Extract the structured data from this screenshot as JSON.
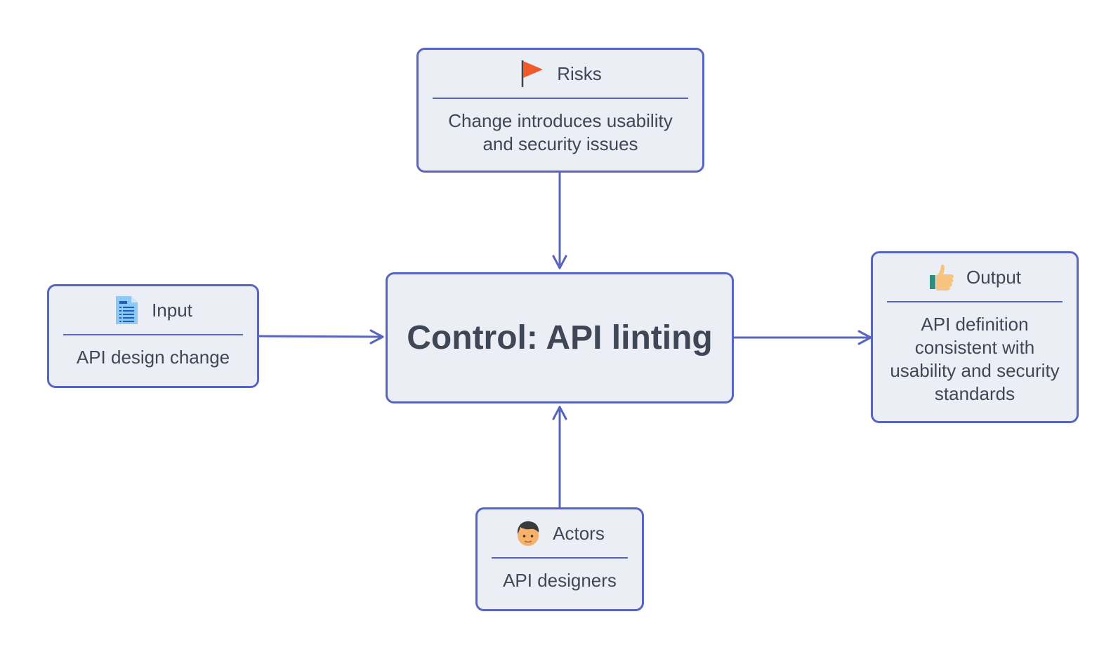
{
  "control": {
    "title": "Control: API linting"
  },
  "risks": {
    "label": "Risks",
    "text": "Change introduces usability and security issues",
    "icon": "red-flag-icon"
  },
  "input": {
    "label": "Input",
    "text": "API design change",
    "icon": "document-icon"
  },
  "output": {
    "label": "Output",
    "text": "API definition consistent with usability and security standards",
    "icon": "thumbs-up-icon"
  },
  "actors": {
    "label": "Actors",
    "text": "API designers",
    "icon": "person-icon"
  },
  "colors": {
    "stroke": "#5865c0",
    "fill": "#eceef6",
    "text": "#3f4756",
    "flag": "#f05a2a"
  }
}
